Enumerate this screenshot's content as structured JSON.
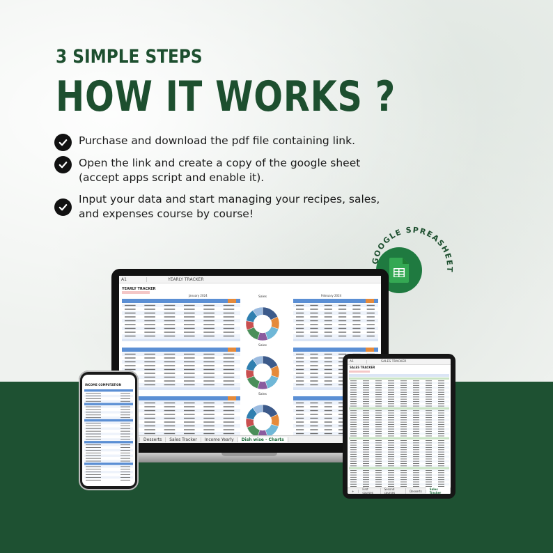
{
  "header": {
    "subtitle": "3 SIMPLE STEPS",
    "title": "HOW IT WORKS ?"
  },
  "steps": [
    {
      "text": "Purchase and download the pdf file containing link."
    },
    {
      "text": "Open the link and create a copy of the google sheet (accept apps script and enable it)."
    },
    {
      "text": "Input your data and start managing your recipes, sales, and expenses course by course!"
    }
  ],
  "badge": {
    "text": "GOOGLE SPREASHEET",
    "icon": "google-sheets-icon"
  },
  "laptop": {
    "cell_ref": "A1",
    "formula": "YEARLY TRACKER",
    "sheet_title": "YEARLY TRACKER",
    "chart_label": "Sales",
    "month_1": "January 2024",
    "month_2": "February 2024",
    "tabs": [
      "Desserts",
      "Sales Tracker",
      "Income Yearly",
      "Dish wise - Charts"
    ]
  },
  "tablet": {
    "cell_ref": "A1",
    "formula": "SALES TRACKER",
    "sheet_title": "SALES TRACKER",
    "tabs": [
      "First courses",
      "Second courses",
      "Desserts",
      "Sales Tracker"
    ]
  },
  "phone": {
    "sheet_title": "INCOME COMPUTATION"
  },
  "colors": {
    "brand_green": "#1d4f2f",
    "band_green": "#1e5132",
    "badge_green": "#1f7a40",
    "sheet_header_blue": "#5b8fd4",
    "sheet_accent_orange": "#e58a3a"
  }
}
